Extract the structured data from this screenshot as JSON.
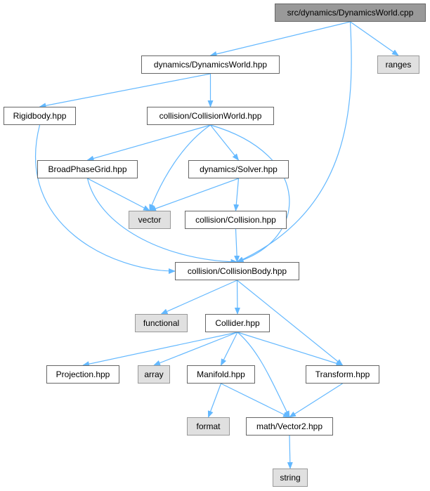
{
  "colors": {
    "edge": "#63b8ff",
    "root_fill": "#999999",
    "system_fill": "#e0e0e0",
    "border": "#666666"
  },
  "nodes": [
    {
      "id": "root",
      "label": "src/dynamics/DynamicsWorld.cpp",
      "kind": "root"
    },
    {
      "id": "dynamicsworld_hpp",
      "label": "dynamics/DynamicsWorld.hpp",
      "kind": "file"
    },
    {
      "id": "ranges",
      "label": "ranges",
      "kind": "system"
    },
    {
      "id": "rigidbody",
      "label": "Rigidbody.hpp",
      "kind": "file"
    },
    {
      "id": "collisionworld",
      "label": "collision/CollisionWorld.hpp",
      "kind": "file"
    },
    {
      "id": "broadphase",
      "label": "BroadPhaseGrid.hpp",
      "kind": "file"
    },
    {
      "id": "solver",
      "label": "dynamics/Solver.hpp",
      "kind": "file"
    },
    {
      "id": "vector",
      "label": "vector",
      "kind": "system"
    },
    {
      "id": "collision_hpp",
      "label": "collision/Collision.hpp",
      "kind": "file"
    },
    {
      "id": "collisionbody",
      "label": "collision/CollisionBody.hpp",
      "kind": "file"
    },
    {
      "id": "functional",
      "label": "functional",
      "kind": "system"
    },
    {
      "id": "collider",
      "label": "Collider.hpp",
      "kind": "file"
    },
    {
      "id": "projection",
      "label": "Projection.hpp",
      "kind": "file"
    },
    {
      "id": "array",
      "label": "array",
      "kind": "system"
    },
    {
      "id": "manifold",
      "label": "Manifold.hpp",
      "kind": "file"
    },
    {
      "id": "transform",
      "label": "Transform.hpp",
      "kind": "file"
    },
    {
      "id": "format",
      "label": "format",
      "kind": "system"
    },
    {
      "id": "vector2",
      "label": "math/Vector2.hpp",
      "kind": "file"
    },
    {
      "id": "string",
      "label": "string",
      "kind": "system"
    }
  ],
  "edges": [
    {
      "from": "root",
      "to": "dynamicsworld_hpp"
    },
    {
      "from": "root",
      "to": "ranges"
    },
    {
      "from": "root",
      "to": "collisionbody"
    },
    {
      "from": "dynamicsworld_hpp",
      "to": "rigidbody"
    },
    {
      "from": "dynamicsworld_hpp",
      "to": "collisionworld"
    },
    {
      "from": "rigidbody",
      "to": "collisionbody"
    },
    {
      "from": "collisionworld",
      "to": "broadphase"
    },
    {
      "from": "collisionworld",
      "to": "vector"
    },
    {
      "from": "collisionworld",
      "to": "solver"
    },
    {
      "from": "collisionworld",
      "to": "collisionbody"
    },
    {
      "from": "broadphase",
      "to": "vector"
    },
    {
      "from": "broadphase",
      "to": "collisionbody"
    },
    {
      "from": "solver",
      "to": "vector"
    },
    {
      "from": "solver",
      "to": "collision_hpp"
    },
    {
      "from": "collision_hpp",
      "to": "collisionbody"
    },
    {
      "from": "collisionbody",
      "to": "functional"
    },
    {
      "from": "collisionbody",
      "to": "collider"
    },
    {
      "from": "collisionbody",
      "to": "transform"
    },
    {
      "from": "collider",
      "to": "projection"
    },
    {
      "from": "collider",
      "to": "array"
    },
    {
      "from": "collider",
      "to": "manifold"
    },
    {
      "from": "collider",
      "to": "vector2"
    },
    {
      "from": "collider",
      "to": "transform"
    },
    {
      "from": "manifold",
      "to": "format"
    },
    {
      "from": "manifold",
      "to": "vector2"
    },
    {
      "from": "transform",
      "to": "vector2"
    },
    {
      "from": "vector2",
      "to": "string"
    }
  ]
}
